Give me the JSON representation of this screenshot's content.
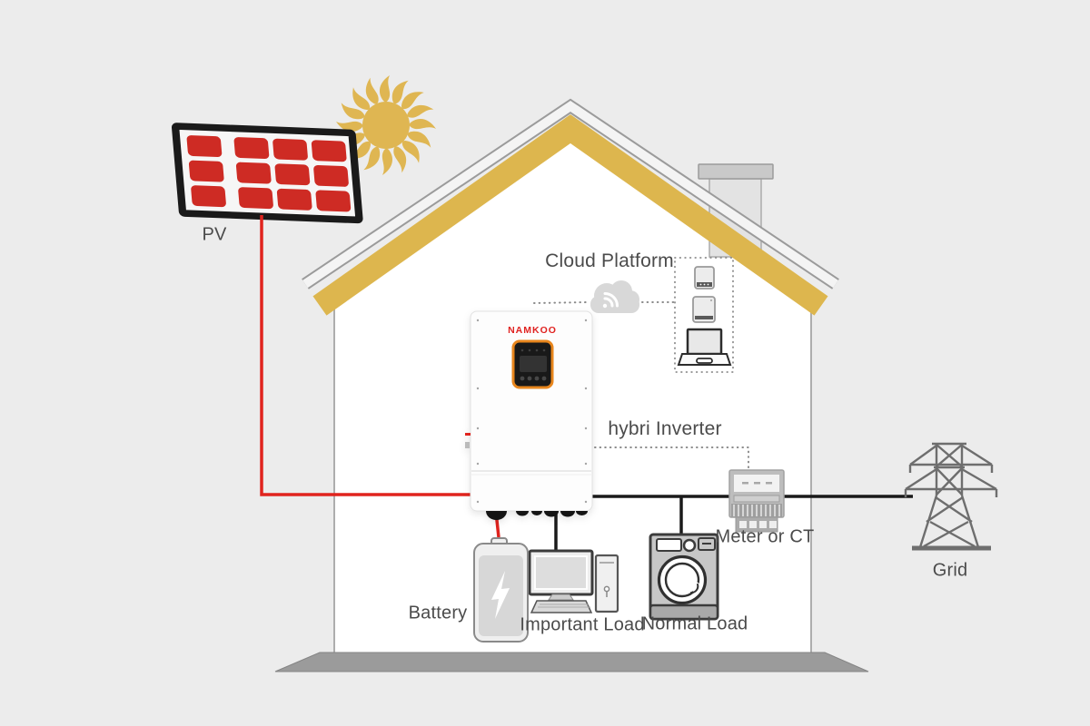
{
  "diagram": {
    "title_context": "Residential hybrid solar energy system diagram",
    "labels": {
      "pv": "PV",
      "cloud_platform": "Cloud Platform",
      "inverter_brand": "NAMKOO",
      "inverter": "hybri Inverter",
      "meter": "Meter or CT",
      "grid": "Grid",
      "battery": "Battery",
      "important_load": "Important Load",
      "normal_load": "Normal Load"
    },
    "colors": {
      "background": "#ECECEC",
      "house_fill": "#FFFFFF",
      "roof_gold": "#DDB64E",
      "sun_gold": "#DFB652",
      "pv_cell_red": "#CE2B24",
      "pv_frame": "#1A1A1A",
      "dc_wire_red": "#E0241E",
      "ac_wire_black": "#1A1A1A",
      "brand_red": "#E02220",
      "display_orange": "#E8861D",
      "label_gray": "#4B4B4B",
      "ground_gray": "#9B9B9B",
      "icon_gray": "#6E6E6E",
      "dotted_gray": "#8A8A8A"
    },
    "icons": {
      "sun": "sun-icon",
      "solar_panel": "solar-panel-icon",
      "house": "house-icon",
      "chimney": "chimney-icon",
      "cloud": "cloud-icon",
      "wifi": "wifi-icon",
      "smartphone": "smartphone-icon",
      "tablet": "tablet-icon",
      "laptop": "laptop-icon",
      "inverter": "inverter-icon",
      "battery": "battery-icon",
      "lightning_bolt": "lightning-bolt-icon",
      "desktop_computer": "desktop-computer-icon",
      "washing_machine": "washing-machine-icon",
      "energy_meter": "meter-icon",
      "transmission_tower": "transmission-tower-icon"
    }
  }
}
